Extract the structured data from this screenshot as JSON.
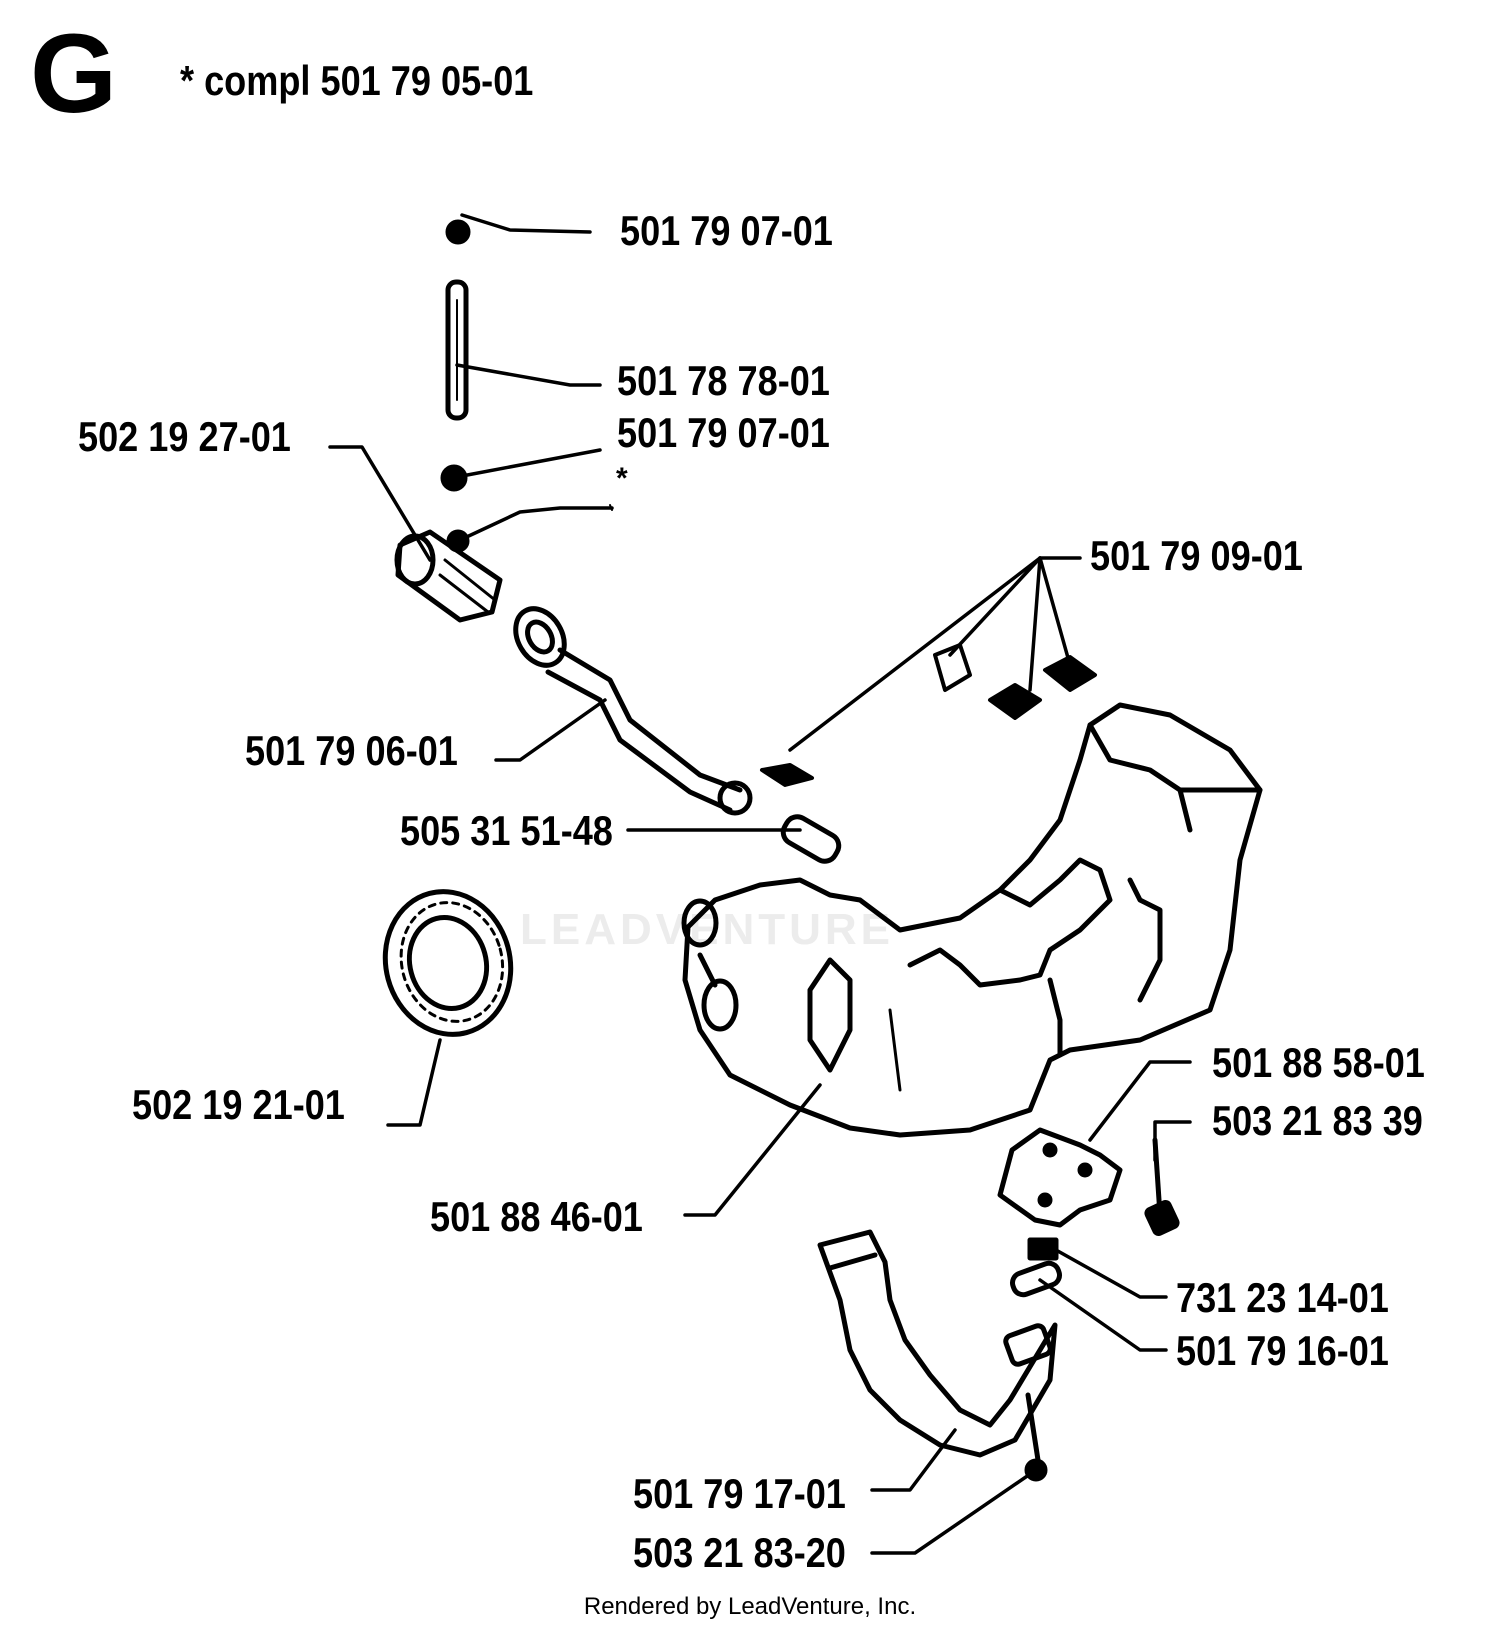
{
  "section_letter": "G",
  "compl_note": "*  compl 501 79 05-01",
  "star_mark": "*",
  "watermark": "LEADVENTURE",
  "footer": "Rendered by LeadVenture, Inc.",
  "parts": {
    "p_501_79_07_01_top": "501 79 07-01",
    "p_501_78_78_01": "501 78 78-01",
    "p_501_79_07_01_mid": "501 79 07-01",
    "p_502_19_27_01": "502 19 27-01",
    "p_501_79_09_01": "501 79 09-01",
    "p_501_79_06_01": "501 79 06-01",
    "p_505_31_51_48": "505 31 51-48",
    "p_502_19_21_01": "502 19 21-01",
    "p_501_88_46_01": "501 88 46-01",
    "p_501_88_58_01": "501 88 58-01",
    "p_503_21_83_39": "503 21 83 39",
    "p_731_23_14_01": "731 23 14-01",
    "p_501_79_16_01": "501 79 16-01",
    "p_501_79_17_01": "501 79 17-01",
    "p_503_21_83_20": "503 21 83-20"
  }
}
